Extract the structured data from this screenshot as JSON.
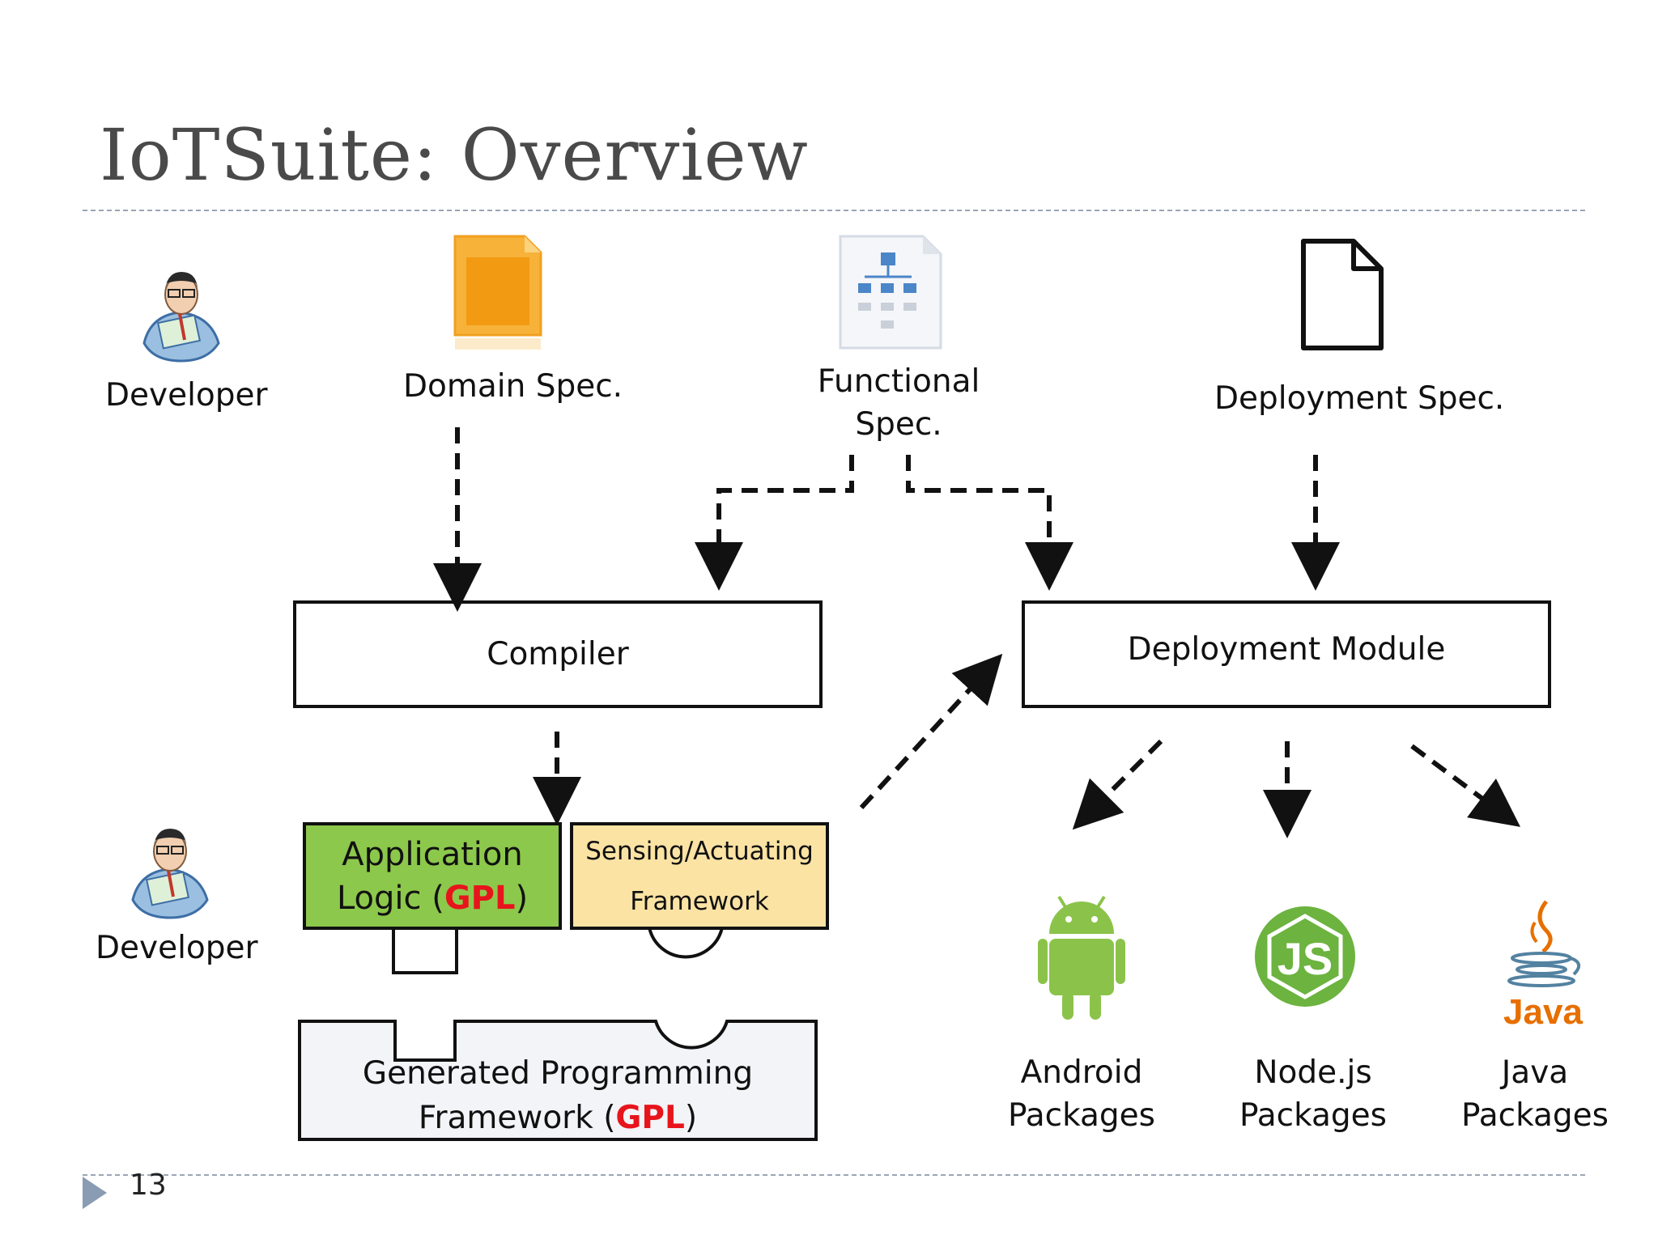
{
  "slide": {
    "title": "IoTSuite: Overview",
    "page_number": "13"
  },
  "labels": {
    "developer_top": "Developer",
    "domain_spec": "Domain Spec.",
    "functional_spec_1": "Functional",
    "functional_spec_2": "Spec.",
    "deployment_spec": "Deployment Spec.",
    "developer_bottom": "Developer",
    "android_1": "Android",
    "android_2": "Packages",
    "nodejs_1": "Node.js",
    "nodejs_2": "Packages",
    "java_1": "Java",
    "java_2": "Packages",
    "java_logo": "Java"
  },
  "boxes": {
    "compiler": "Compiler",
    "deployment_module": "Deployment Module",
    "app_logic_1": "Application",
    "app_logic_2a": "Logic (",
    "app_logic_gpl": "GPL",
    "app_logic_2b": ")",
    "sensing_1": "Sensing/Actuating",
    "sensing_2": "Framework",
    "framework_1": "Generated Programming",
    "framework_2a": "Framework (",
    "framework_gpl": "GPL",
    "framework_2b": ")"
  },
  "icons": {
    "developer": "developer-person-icon",
    "domain_spec": "orange-document-icon",
    "functional_spec": "hierarchy-document-icon",
    "deployment_spec": "blank-document-icon",
    "android": "android-robot-icon",
    "nodejs": "nodejs-hexagon-icon",
    "java": "java-cup-icon"
  },
  "colors": {
    "app_logic_fill": "#8cc84b",
    "sensing_fill": "#fbe3a4",
    "framework_fill": "#f2f4f7",
    "gpl_text": "#e8141c",
    "android_green": "#8bc34a",
    "nodejs_green": "#6cb33f",
    "java_orange": "#e76f00",
    "java_blue": "#5382a1",
    "title_gray": "#4a4a4a",
    "rule_blue_gray": "#9aa6b6"
  }
}
